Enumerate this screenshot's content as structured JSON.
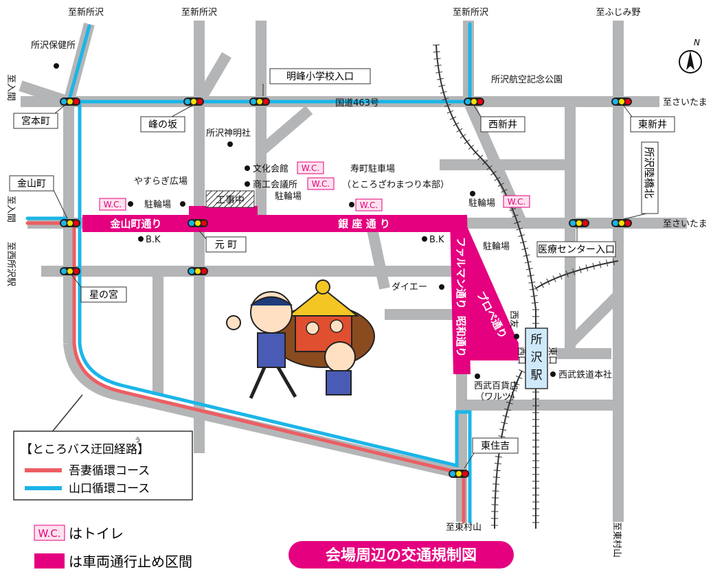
{
  "map": {
    "title": "会場周辺の交通規制図",
    "colors": {
      "road": "#b4b5b7",
      "closed": "#e4007f",
      "agatsuma": "#ec5e63",
      "yamaguchi": "#1bb5e8",
      "rail": "#333333",
      "title_bg": "#e4007f"
    },
    "directions": {
      "top_shintokorozawa_1": "至新所沢",
      "top_shintokorozawa_2": "至新所沢",
      "top_shintokorozawa_3": "至新所沢",
      "top_fujimino": "至ふじみ野",
      "saitama_1": "至さいたま",
      "saitama_2": "至さいたま",
      "iruma_1": "至入間",
      "iruma_2": "至入間",
      "nishi_tokorozawa": "至西所沢駅",
      "higashimurayama_1": "至東村山",
      "higashimurayama_2": "至東村山"
    },
    "intersections": [
      "宮本町",
      "峰の坂",
      "明峰小学校入口",
      "西新井",
      "東新井",
      "金山町",
      "元 町",
      "星の宮",
      "所沢陸橋北",
      "医療センター入口",
      "東住吉"
    ],
    "roads": {
      "route463": "国道463号",
      "kanayamacho": "金山町通り",
      "ginza": "銀 座 通 り",
      "farmer": "ファルマン通り",
      "showa": "昭和通り",
      "prope": "プロペ通り"
    },
    "places": {
      "hokenjo": "所沢保健所",
      "shinmeisha": "所沢神明社",
      "kokuu_park": "所沢航空記念公園",
      "bunka": "文化会館",
      "shoko": "商工会議所",
      "chusha_shoko": "駐輪場",
      "yasuragi": "やすらぎ広場",
      "chusha_yasuragi": "駐輪場",
      "kotobuki": "寿町駐車場",
      "honbu": "（ところざわまつり本部）",
      "chusha_east": "駐輪場",
      "chusha_east2": "駐輪場",
      "bk1": "B.K",
      "bk2": "B.K",
      "daiei": "ダイエー",
      "seibu_dept": "西武百貨店",
      "warutsu": "（ワルツ）",
      "seibu_hq": "西武鉄道本社",
      "station": "所沢駅",
      "nishiguchi": "西口",
      "higashiguchi": "東口",
      "nishitomo": "西友",
      "construction": "工事中"
    },
    "wc_label": "W.C.",
    "legend": {
      "title": "【ところバス迂回経路】",
      "ruby": "う",
      "agatsuma": "吾妻循環コース",
      "yamaguchi": "山口循環コース",
      "toilet": "はトイレ",
      "closed": "は車両通行止め区間"
    },
    "compass": "N"
  }
}
